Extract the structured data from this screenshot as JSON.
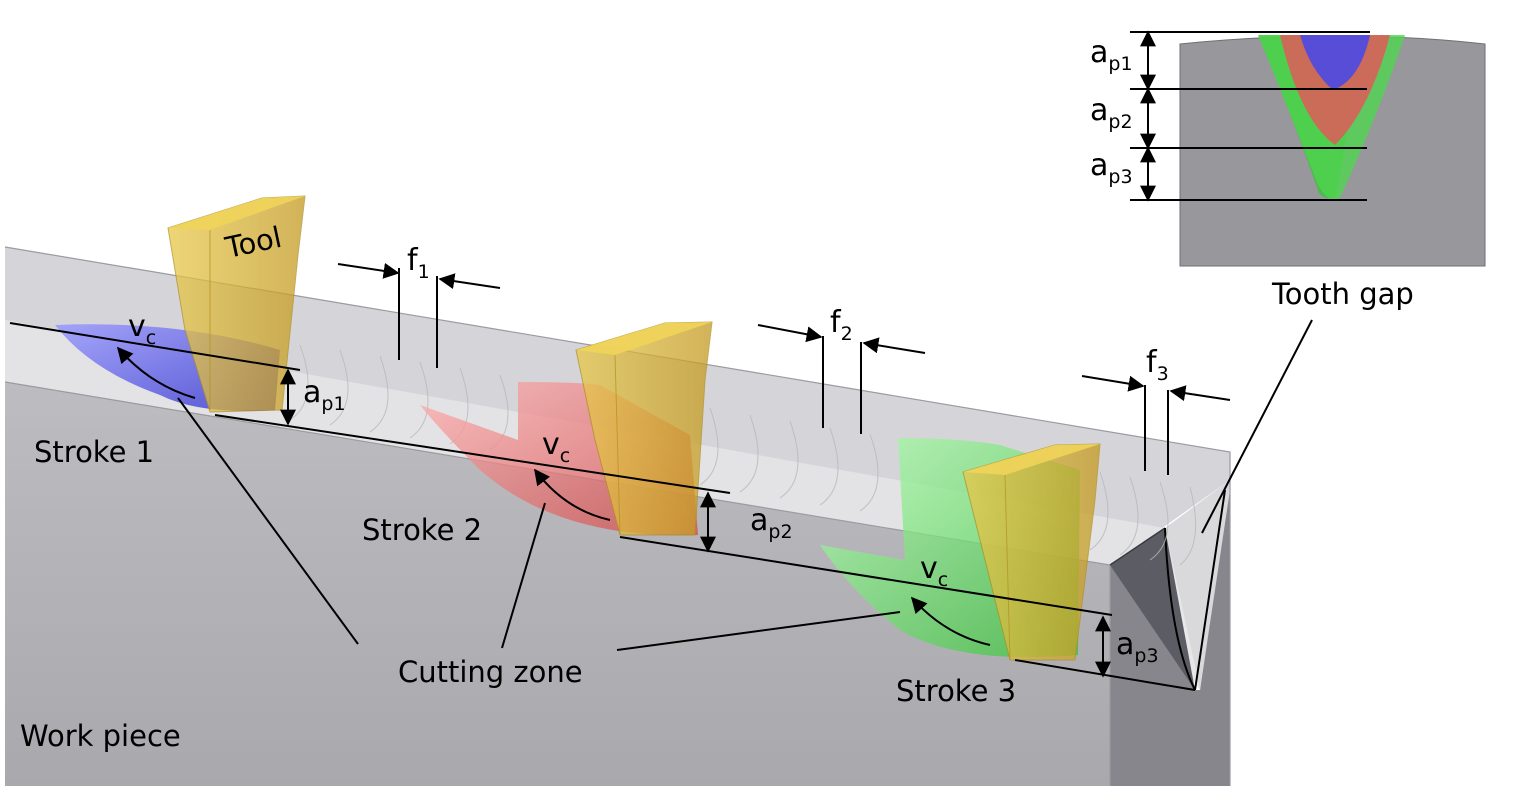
{
  "labels": {
    "tool": "Tool",
    "tooth_gap": "Tooth gap",
    "stroke_1": "Stroke 1",
    "stroke_2": "Stroke 2",
    "stroke_3": "Stroke 3",
    "cutting_zone": "Cutting zone",
    "work_piece": "Work piece"
  },
  "symbols": {
    "cutting_speed": "v",
    "cutting_speed_sub": "c",
    "feed": "f",
    "feed_subs": [
      "1",
      "2",
      "3"
    ],
    "depth": "a",
    "depth_subs": [
      "p1",
      "p2",
      "p3"
    ]
  },
  "colors": {
    "stroke_1": "#5a5ae6",
    "stroke_2": "#e05a5a",
    "stroke_3": "#4fd64f",
    "tool": "#d9b43a",
    "work_piece": "#b4b4b8",
    "work_piece_top": "#d8d8dc",
    "tooth_gap": "#98989c"
  }
}
